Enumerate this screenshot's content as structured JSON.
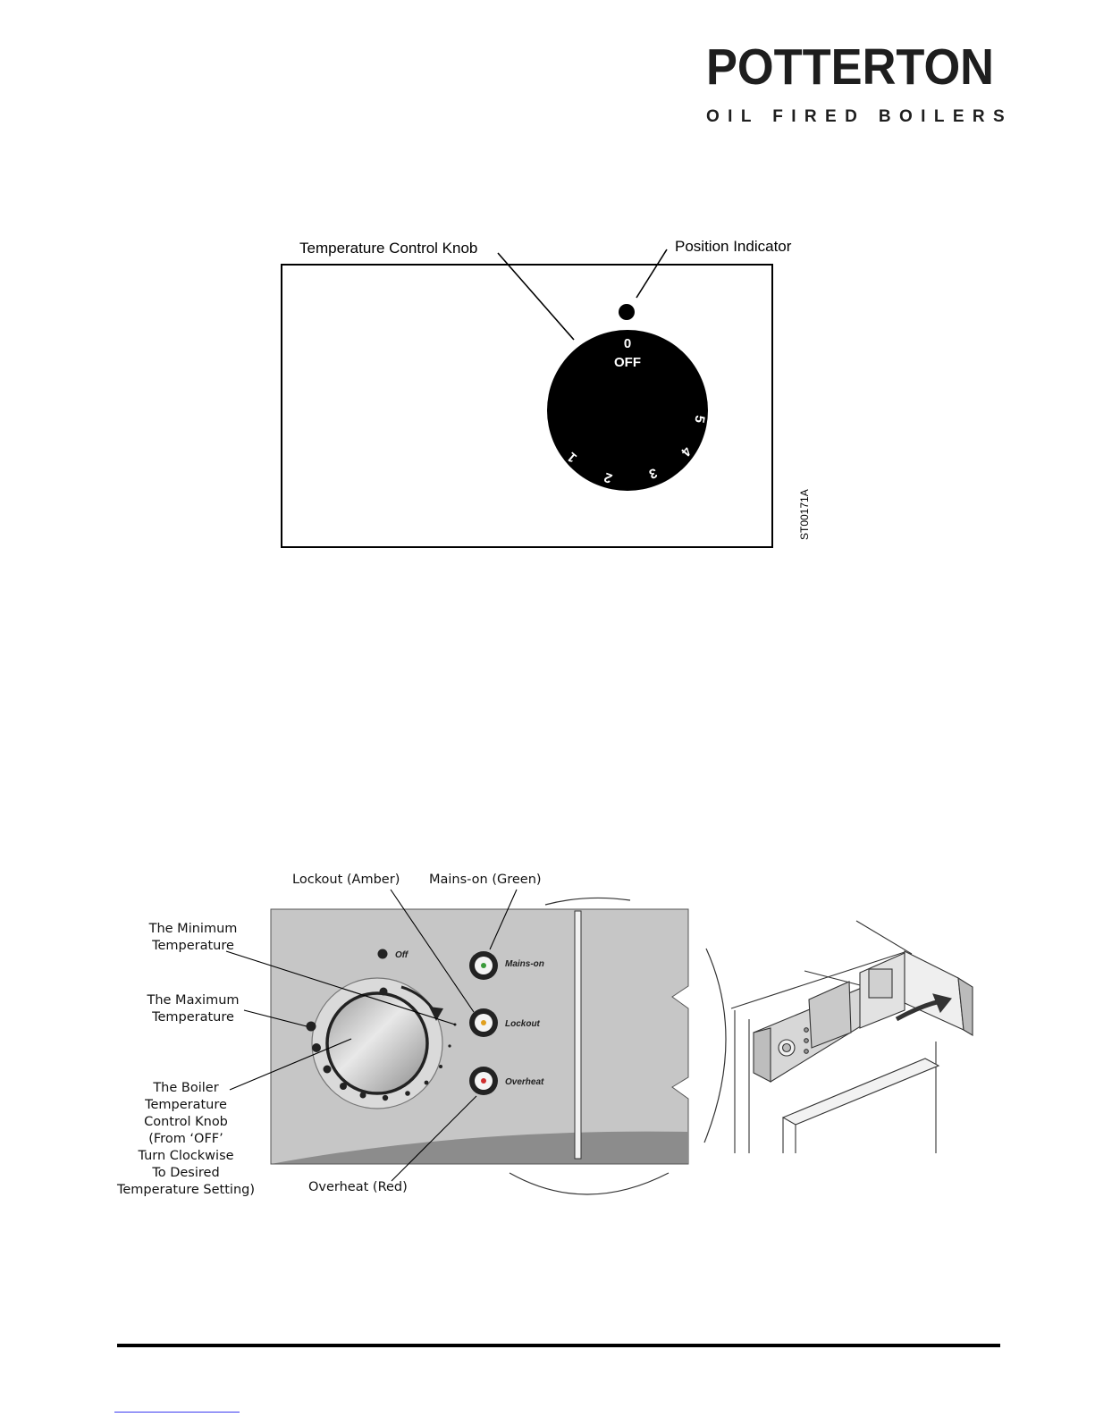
{
  "brand": {
    "name": "POTTERTON",
    "tagline": "OIL FIRED BOILERS"
  },
  "figure1": {
    "labels": {
      "knob": "Temperature Control Knob",
      "indicator": "Position Indicator"
    },
    "dial": {
      "zero": "0",
      "off": "OFF",
      "settings": [
        "1",
        "2",
        "3",
        "4",
        "5"
      ]
    },
    "ref": "ST00171A"
  },
  "figure2": {
    "labels": {
      "lockout": "Lockout (Amber)",
      "mains": "Mains-on (Green)",
      "min_line1": "The Minimum",
      "min_line2": "Temperature",
      "max_line1": "The Maximum",
      "max_line2": "Temperature",
      "knob_lines": [
        "The Boiler",
        "Temperature",
        "Control Knob",
        "(From ‘OFF’",
        "Turn Clockwise",
        "To Desired",
        "Temperature Setting)"
      ],
      "overheat": "Overheat (Red)"
    },
    "panel": {
      "off": "Off",
      "mains_on": "Mains-on",
      "lockout": "Lockout",
      "overheat": "Overheat"
    },
    "lamp_colors": {
      "mains": "#3a9a3a",
      "lockout": "#e0a020",
      "overheat": "#d03030"
    }
  }
}
